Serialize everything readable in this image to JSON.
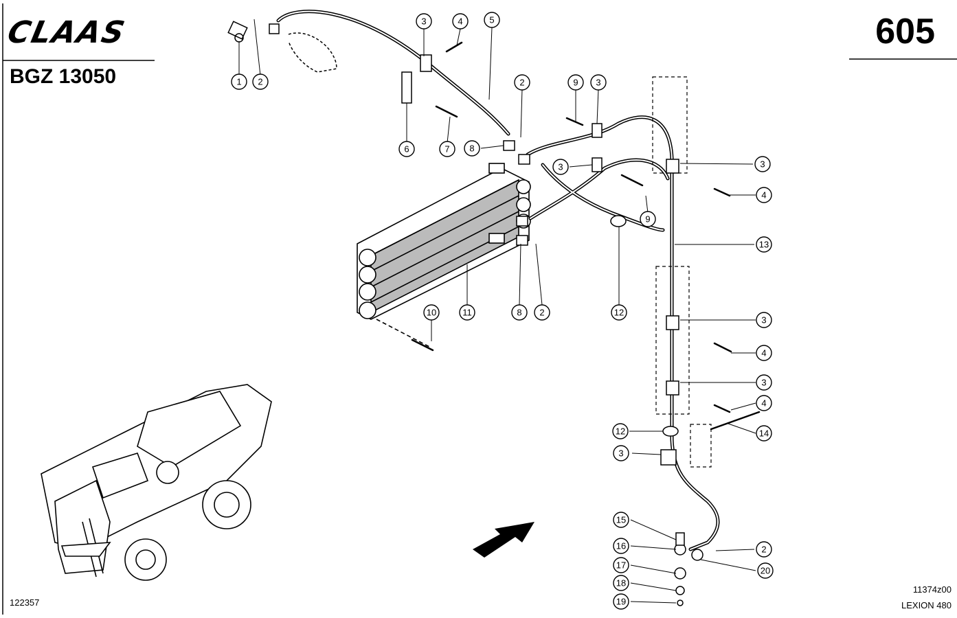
{
  "header": {
    "brand": "CLAAS",
    "model": "BGZ 13050",
    "page_number": "605"
  },
  "footer": {
    "left_code": "122357",
    "right_code": "11374z00",
    "machine": "LEXION 480"
  },
  "callouts": {
    "c1": "1",
    "c2": "2",
    "c3": "3",
    "c4": "4",
    "c5": "5",
    "c6": "6",
    "c7": "7",
    "c8": "8",
    "c9": "9",
    "c10": "10",
    "c11": "11",
    "c12": "12",
    "c13": "13",
    "c14": "14",
    "c15": "15",
    "c16": "16",
    "c17": "17",
    "c18": "18",
    "c19": "19",
    "c20": "20"
  }
}
